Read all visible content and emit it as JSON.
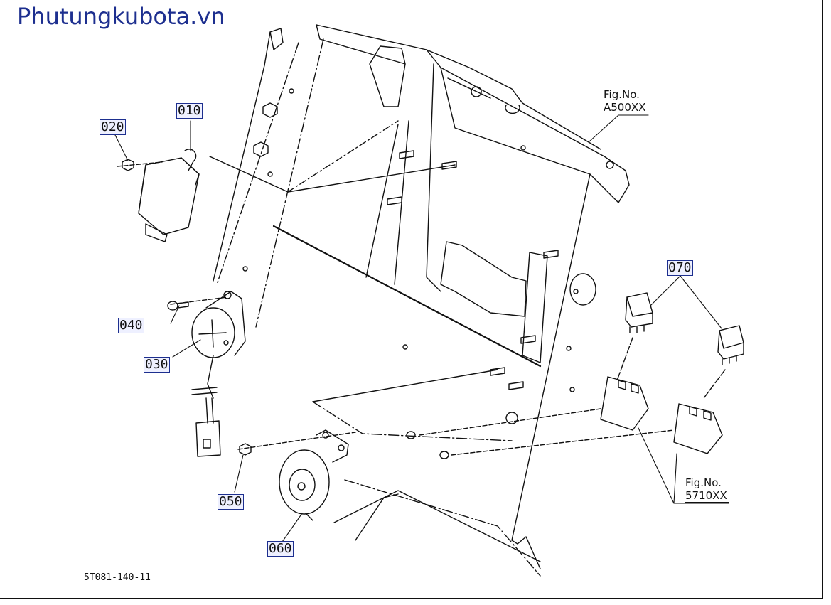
{
  "watermark": "Phutungkubota.vn",
  "part_labels": {
    "p010": "010",
    "p020": "020",
    "p030": "030",
    "p040": "040",
    "p050": "050",
    "p060": "060",
    "p070": "070"
  },
  "fig_refs": {
    "a500": {
      "title": "Fig.No.",
      "number": "A500XX"
    },
    "f5710": {
      "title": "Fig.No.",
      "number": "5710XX"
    }
  },
  "drawing_id": "5T081-140-11",
  "colors": {
    "label_border": "#1d2f8f",
    "label_fill": "#eef0ff",
    "line": "#111111"
  }
}
